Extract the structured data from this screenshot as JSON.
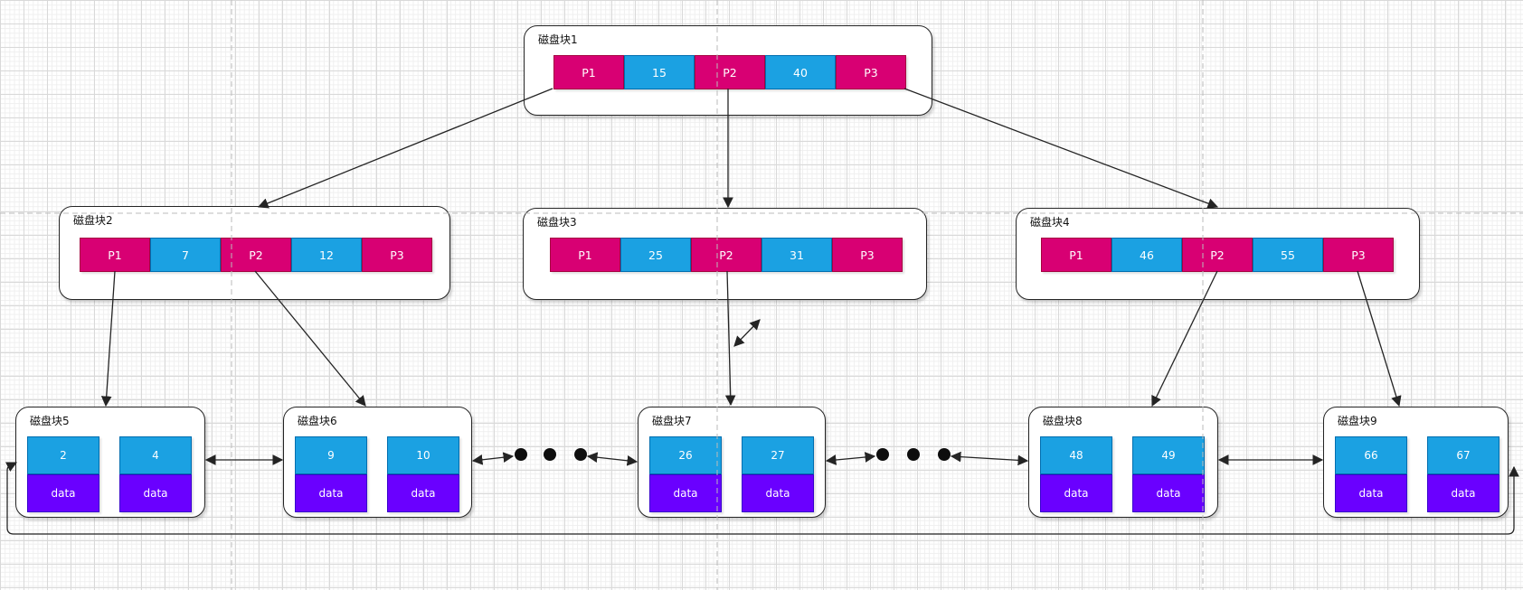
{
  "diagram_type": "B+ tree disk-block diagram",
  "colors": {
    "pointer_fill": "#d80073",
    "pointer_stroke": "#a50040",
    "key_fill": "#1ba1e2",
    "key_stroke": "#006eaf",
    "data_fill": "#6a00ff",
    "data_stroke": "#3700cc",
    "cell_text": "#ffffff",
    "block_fill": "#ffffff",
    "block_border": "#242424",
    "edge_color": "#242424",
    "grid_minor": "#efefef",
    "grid_major": "#d9d9d9",
    "page_guide": "#bbbbbb"
  },
  "blocks": {
    "internal": [
      {
        "id": "disk-block-1",
        "title": "磁盘块1",
        "cells": [
          {
            "type": "pointer",
            "text": "P1"
          },
          {
            "type": "key",
            "text": "15"
          },
          {
            "type": "pointer",
            "text": "P2"
          },
          {
            "type": "key",
            "text": "40"
          },
          {
            "type": "pointer",
            "text": "P3"
          }
        ]
      },
      {
        "id": "disk-block-2",
        "title": "磁盘块2",
        "cells": [
          {
            "type": "pointer",
            "text": "P1"
          },
          {
            "type": "key",
            "text": "7"
          },
          {
            "type": "pointer",
            "text": "P2"
          },
          {
            "type": "key",
            "text": "12"
          },
          {
            "type": "pointer",
            "text": "P3"
          }
        ]
      },
      {
        "id": "disk-block-3",
        "title": "磁盘块3",
        "cells": [
          {
            "type": "pointer",
            "text": "P1"
          },
          {
            "type": "key",
            "text": "25"
          },
          {
            "type": "pointer",
            "text": "P2"
          },
          {
            "type": "key",
            "text": "31"
          },
          {
            "type": "pointer",
            "text": "P3"
          }
        ]
      },
      {
        "id": "disk-block-4",
        "title": "磁盘块4",
        "cells": [
          {
            "type": "pointer",
            "text": "P1"
          },
          {
            "type": "key",
            "text": "46"
          },
          {
            "type": "pointer",
            "text": "P2"
          },
          {
            "type": "key",
            "text": "55"
          },
          {
            "type": "pointer",
            "text": "P3"
          }
        ]
      }
    ],
    "leaf": [
      {
        "id": "disk-block-5",
        "title": "磁盘块5",
        "entries": [
          {
            "key": "2",
            "data": "data"
          },
          {
            "key": "4",
            "data": "data"
          }
        ]
      },
      {
        "id": "disk-block-6",
        "title": "磁盘块6",
        "entries": [
          {
            "key": "9",
            "data": "data"
          },
          {
            "key": "10",
            "data": "data"
          }
        ]
      },
      {
        "id": "disk-block-7",
        "title": "磁盘块7",
        "entries": [
          {
            "key": "26",
            "data": "data"
          },
          {
            "key": "27",
            "data": "data"
          }
        ]
      },
      {
        "id": "disk-block-8",
        "title": "磁盘块8",
        "entries": [
          {
            "key": "48",
            "data": "data"
          },
          {
            "key": "49",
            "data": "data"
          }
        ]
      },
      {
        "id": "disk-block-9",
        "title": "磁盘块9",
        "entries": [
          {
            "key": "66",
            "data": "data"
          },
          {
            "key": "67",
            "data": "data"
          }
        ]
      }
    ]
  },
  "links": [
    {
      "from": "磁盘块1.P1",
      "to": "磁盘块2",
      "bidirectional": false
    },
    {
      "from": "磁盘块1.P2",
      "to": "磁盘块3",
      "bidirectional": false
    },
    {
      "from": "磁盘块1.P3",
      "to": "磁盘块4",
      "bidirectional": false
    },
    {
      "from": "磁盘块2.P1",
      "to": "磁盘块5",
      "bidirectional": false
    },
    {
      "from": "磁盘块2.P2",
      "to": "磁盘块6",
      "bidirectional": false
    },
    {
      "from": "磁盘块3.P2",
      "to": "磁盘块7",
      "bidirectional": false
    },
    {
      "from": "磁盘块4.P2",
      "to": "磁盘块8",
      "bidirectional": false
    },
    {
      "from": "磁盘块4.P3",
      "to": "磁盘块9",
      "bidirectional": false
    },
    {
      "from": "磁盘块5",
      "to": "磁盘块6",
      "bidirectional": true
    },
    {
      "from": "磁盘块6",
      "to": "ellipsis-left",
      "bidirectional": true
    },
    {
      "from": "ellipsis-left",
      "to": "磁盘块7",
      "bidirectional": true
    },
    {
      "from": "磁盘块7",
      "to": "ellipsis-right",
      "bidirectional": true
    },
    {
      "from": "ellipsis-right",
      "to": "磁盘块8",
      "bidirectional": true
    },
    {
      "from": "磁盘块8",
      "to": "磁盘块9",
      "bidirectional": true
    },
    {
      "from": "磁盘块9",
      "to": "磁盘块5",
      "bidirectional": true,
      "style": "bottom-loop"
    }
  ],
  "ellipsis": {
    "groups": 2,
    "dots_per_group": 3
  }
}
